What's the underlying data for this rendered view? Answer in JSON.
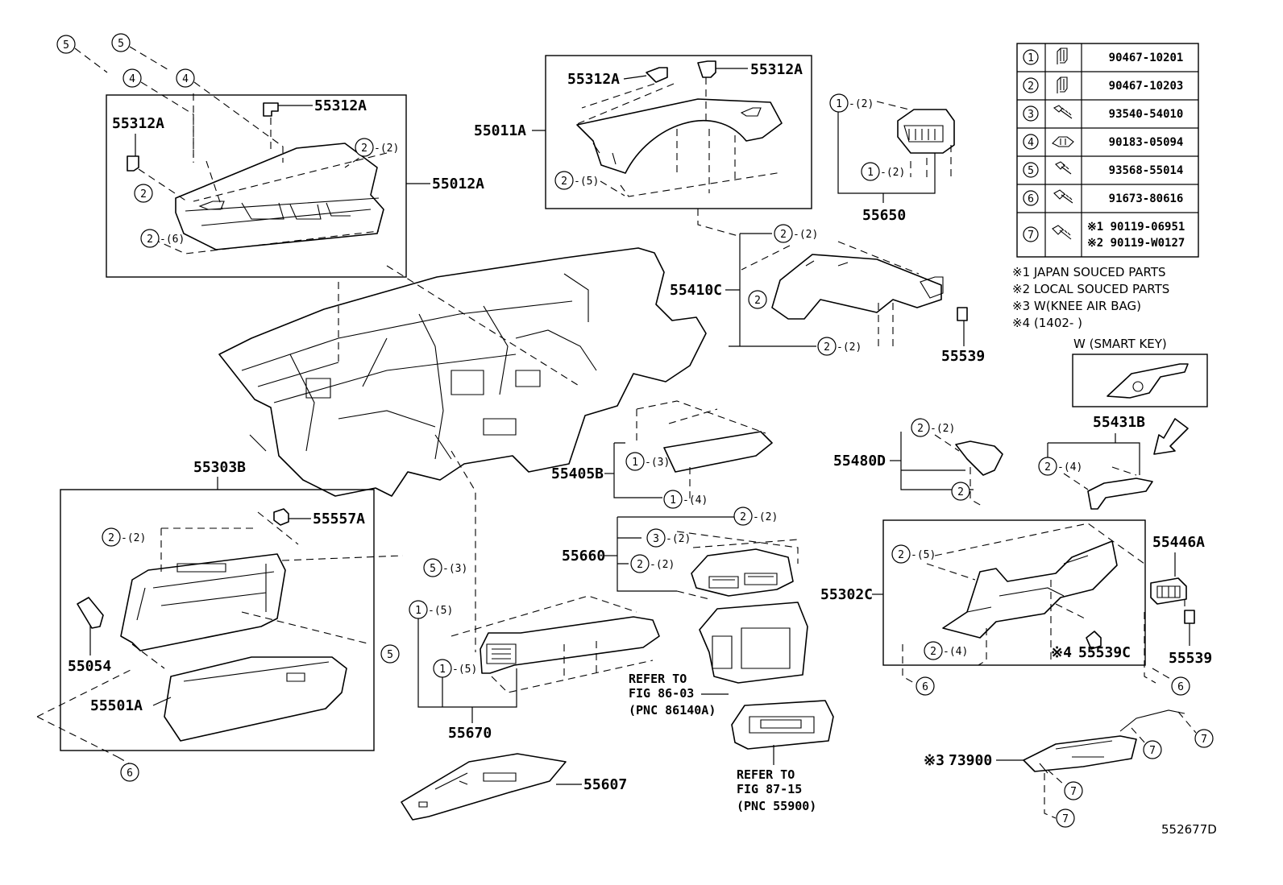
{
  "diagram_id": "552677D",
  "legend": [
    {
      "key": "1",
      "parts": [
        "90467-10201"
      ]
    },
    {
      "key": "2",
      "parts": [
        "90467-10203"
      ]
    },
    {
      "key": "3",
      "parts": [
        "93540-54010"
      ]
    },
    {
      "key": "4",
      "parts": [
        "90183-05094"
      ]
    },
    {
      "key": "5",
      "parts": [
        "93568-55014"
      ]
    },
    {
      "key": "6",
      "parts": [
        "91673-80616"
      ]
    },
    {
      "key": "7",
      "parts": [
        "※1 90119-06951",
        "※2 90119-W0127"
      ]
    }
  ],
  "notes": [
    "※1 JAPAN SOUCED PARTS",
    "※2 LOCAL SOUCED PARTS",
    "※3 W(KNEE AIR BAG)",
    "※4 (1402-      )"
  ],
  "smart_key_label": "W (SMART  KEY)",
  "part_labels": {
    "p55012A": "55012A",
    "p55312A_1": "55312A",
    "p55312A_2": "55312A",
    "p55312A_3": "55312A",
    "p55312A_4": "55312A",
    "p55011A": "55011A",
    "p55650": "55650",
    "p55410C": "55410C",
    "p55539_1": "55539",
    "p55539_2": "55539",
    "p55431B": "55431B",
    "p55480D": "55480D",
    "p55405B": "55405B",
    "p55303B": "55303B",
    "p55557A": "55557A",
    "p55054": "55054",
    "p55501A": "55501A",
    "p55660": "55660",
    "p55670": "55670",
    "p55607": "55607",
    "p55302C": "55302C",
    "p55446A": "55446A",
    "p55539C": "55539C",
    "p73900": "73900"
  },
  "markers": {
    "x4": "※4",
    "x3": "※3"
  },
  "refer_1": [
    "REFER TO",
    "FIG 86-03",
    "(PNC 86140A)"
  ],
  "refer_2": [
    "REFER TO",
    "FIG 87-15",
    "(PNC 55900)"
  ],
  "callouts": {
    "qty2": "-(2)",
    "qty3": "-(3)",
    "qty4": "-(4)",
    "qty5": "-(5)",
    "qty6": "-(6)",
    "n1": "1",
    "n2": "2",
    "n3": "3",
    "n4": "4",
    "n5": "5",
    "n6": "6",
    "n7": "7"
  }
}
